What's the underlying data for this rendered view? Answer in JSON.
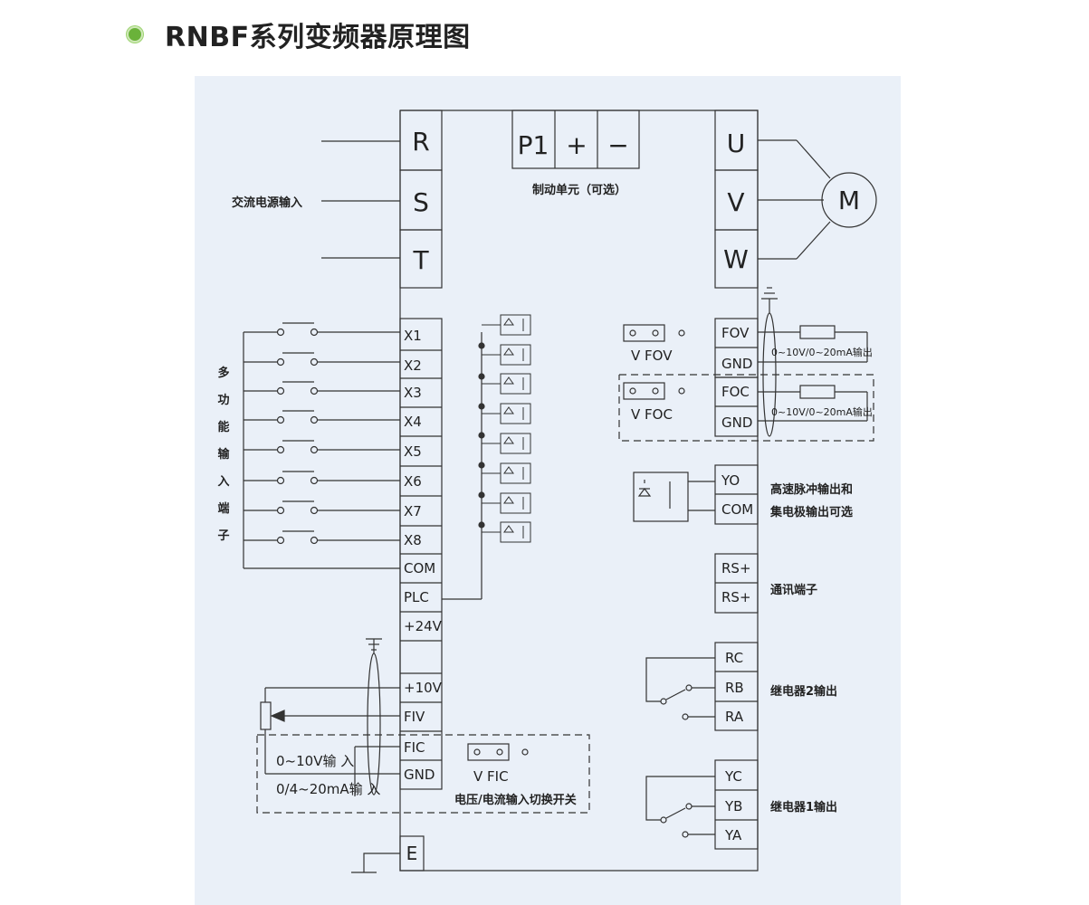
{
  "title": "RNBF系列变频器原理图",
  "top_terminals": {
    "R": "R",
    "S": "S",
    "T": "T",
    "P1": "P1",
    "plus": "+",
    "minus": "−",
    "U": "U",
    "V": "V",
    "W": "W",
    "E": "E"
  },
  "motor": "M",
  "labels": {
    "ac_input": "交流电源输入",
    "brake_unit": "制动单元（可选）",
    "multi_input_chars": [
      "多",
      "功",
      "能",
      "输",
      "入",
      "端",
      "子"
    ],
    "analog_out_fov": "0~10V/0~20mA输出",
    "analog_out_foc": "0~10V/0~20mA输出",
    "jumper_fov": "V  FOV",
    "jumper_foc": "V  FOC",
    "jumper_fic": "V  FIC",
    "pulse_out_1": "高速脉冲输出和",
    "pulse_out_2": "集电极输出可选",
    "comm": "通讯端子",
    "relay2": "继电器2输出",
    "relay1": "继电器1输出",
    "v_input": "0~10V输  入",
    "i_input": "0/4~20mA输  入",
    "vi_switch": "电压/电流输入切换开关"
  },
  "left_terminals": [
    "X1",
    "X2",
    "X3",
    "X4",
    "X5",
    "X6",
    "X7",
    "X8",
    "COM",
    "PLC",
    "+24V",
    "",
    "+10V",
    "FIV",
    "FIC",
    "GND"
  ],
  "right_terminals": [
    "FOV",
    "GND",
    "FOC",
    "GND",
    "YO",
    "COM",
    "RS+",
    "RS+",
    "RC",
    "RB",
    "RA",
    "YC",
    "YB",
    "YA"
  ],
  "colors": {
    "accent": "#6ab23a",
    "panel": "#eaf0f8",
    "line": "#333333"
  }
}
